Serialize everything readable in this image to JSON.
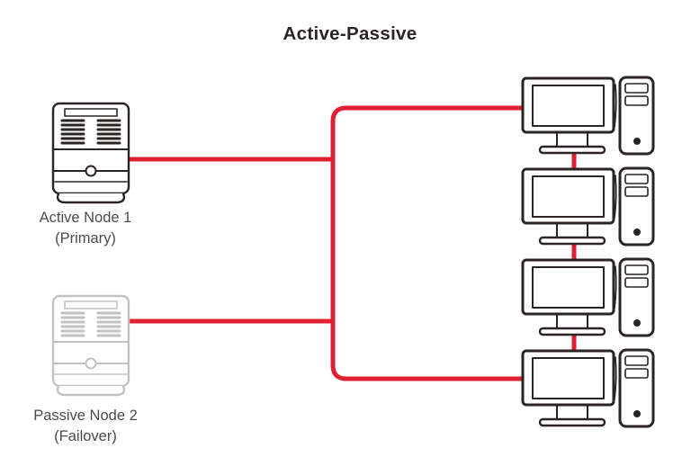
{
  "title": "Active-Passive",
  "colors": {
    "connection_red": "#df2032",
    "outline_dark": "#2a2423",
    "outline_muted": "#c2c2c2",
    "label_text": "#4a4a4a",
    "background": "#ffffff"
  },
  "nodes": [
    {
      "id": "active-node-1",
      "label": "Active Node 1",
      "sublabel": "(Primary)",
      "state": "active"
    },
    {
      "id": "passive-node-2",
      "label": "Passive Node 2",
      "sublabel": "(Failover)",
      "state": "passive"
    }
  ],
  "clients": {
    "count": 4,
    "items": [
      {
        "name": "workstation-1"
      },
      {
        "name": "workstation-2"
      },
      {
        "name": "workstation-3"
      },
      {
        "name": "workstation-4"
      }
    ]
  },
  "connections": {
    "color": "#df2032",
    "edges": [
      {
        "from": "active-node-1",
        "to": "client-trunk"
      },
      {
        "from": "passive-node-2",
        "to": "client-trunk"
      },
      {
        "from": "client-trunk",
        "to": "workstation-1"
      },
      {
        "from": "client-trunk",
        "to": "workstation-4"
      },
      {
        "from": "workstation-1",
        "to": "workstation-2"
      },
      {
        "from": "workstation-2",
        "to": "workstation-3"
      },
      {
        "from": "workstation-3",
        "to": "workstation-4"
      }
    ]
  }
}
